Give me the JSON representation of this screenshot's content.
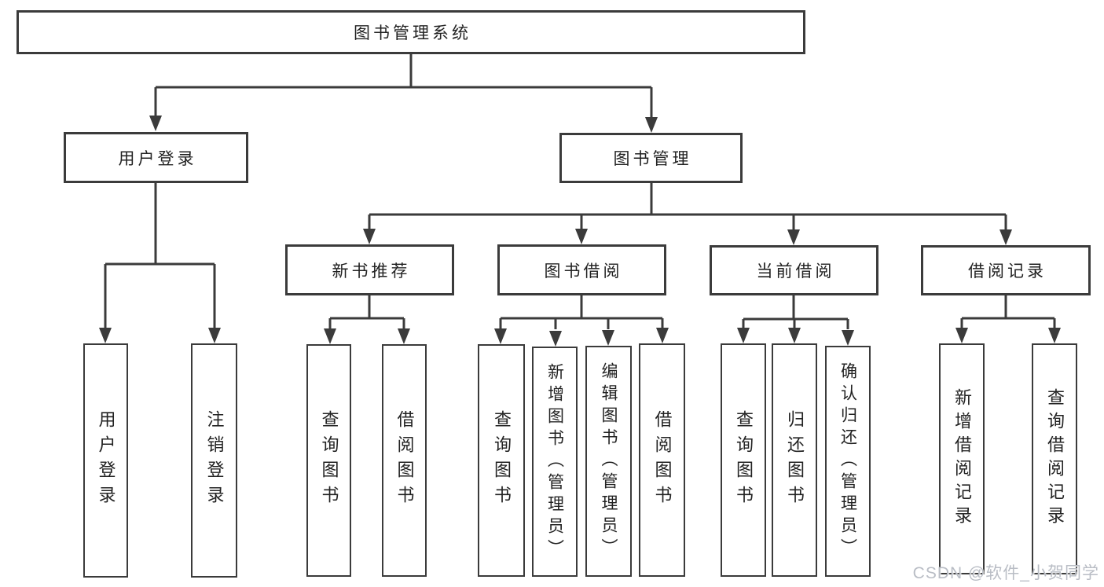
{
  "diagram": {
    "tree": {
      "root": {
        "label": "图书管理系统",
        "children": [
          {
            "label": "用户登录",
            "children": [
              {
                "label": "用户登录"
              },
              {
                "label": "注销登录"
              }
            ]
          },
          {
            "label": "图书管理",
            "children": [
              {
                "label": "新书推荐",
                "children": [
                  {
                    "label": "查询图书"
                  },
                  {
                    "label": "借阅图书"
                  }
                ]
              },
              {
                "label": "图书借阅",
                "children": [
                  {
                    "label": "查询图书"
                  },
                  {
                    "label": "新增图书（管理员）"
                  },
                  {
                    "label": "编辑图书（管理员）"
                  },
                  {
                    "label": "借阅图书"
                  }
                ]
              },
              {
                "label": "当前借阅",
                "children": [
                  {
                    "label": "查询图书"
                  },
                  {
                    "label": "归还图书"
                  },
                  {
                    "label": "确认归还（管理员）"
                  }
                ]
              },
              {
                "label": "借阅记录",
                "children": [
                  {
                    "label": "新增借阅记录"
                  },
                  {
                    "label": "查询借阅记录"
                  }
                ]
              }
            ]
          }
        ]
      }
    }
  },
  "watermark": "CSDN @软件_小贺同学",
  "colors": {
    "line": "#3b3b3b",
    "box_border": "#3b3b3b",
    "text": "#222222",
    "watermark": "#b9bdc5",
    "background": "#ffffff"
  }
}
